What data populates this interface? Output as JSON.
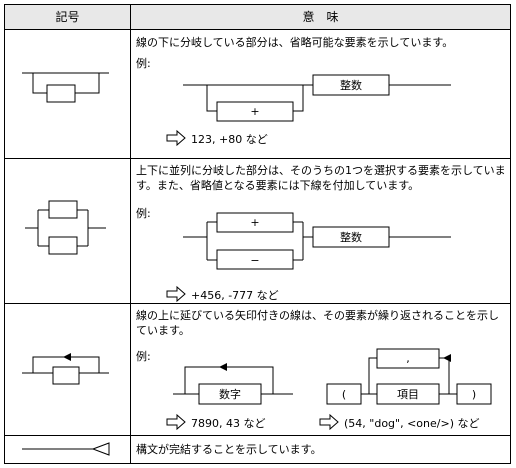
{
  "header": {
    "col_symbol": "記号",
    "col_meaning": "意　味"
  },
  "rows": [
    {
      "description": "線の下に分岐している部分は、省略可能な要素を示しています。",
      "example_label": "例:",
      "boxes": [
        "+",
        "整数"
      ],
      "example_result": "123, +80 など"
    },
    {
      "description": "上下に並列に分岐した部分は、そのうちの1つを選択する要素を示しています。また、省略値となる要素には下線を付加しています。",
      "example_label": "例:",
      "boxes": [
        "+",
        "−",
        "整数"
      ],
      "example_result": "+456, -777 など"
    },
    {
      "description": "線の上に延びている矢印付きの線は、その要素が繰り返されることを示しています。",
      "example_label": "例:",
      "boxes": [
        "数字",
        ",",
        "(",
        "項目",
        ")"
      ],
      "example_result": "7890, 43 など",
      "example_result_2": "(54, \"dog\", <one/>) など"
    },
    {
      "description": "構文が完結することを示しています。"
    }
  ]
}
